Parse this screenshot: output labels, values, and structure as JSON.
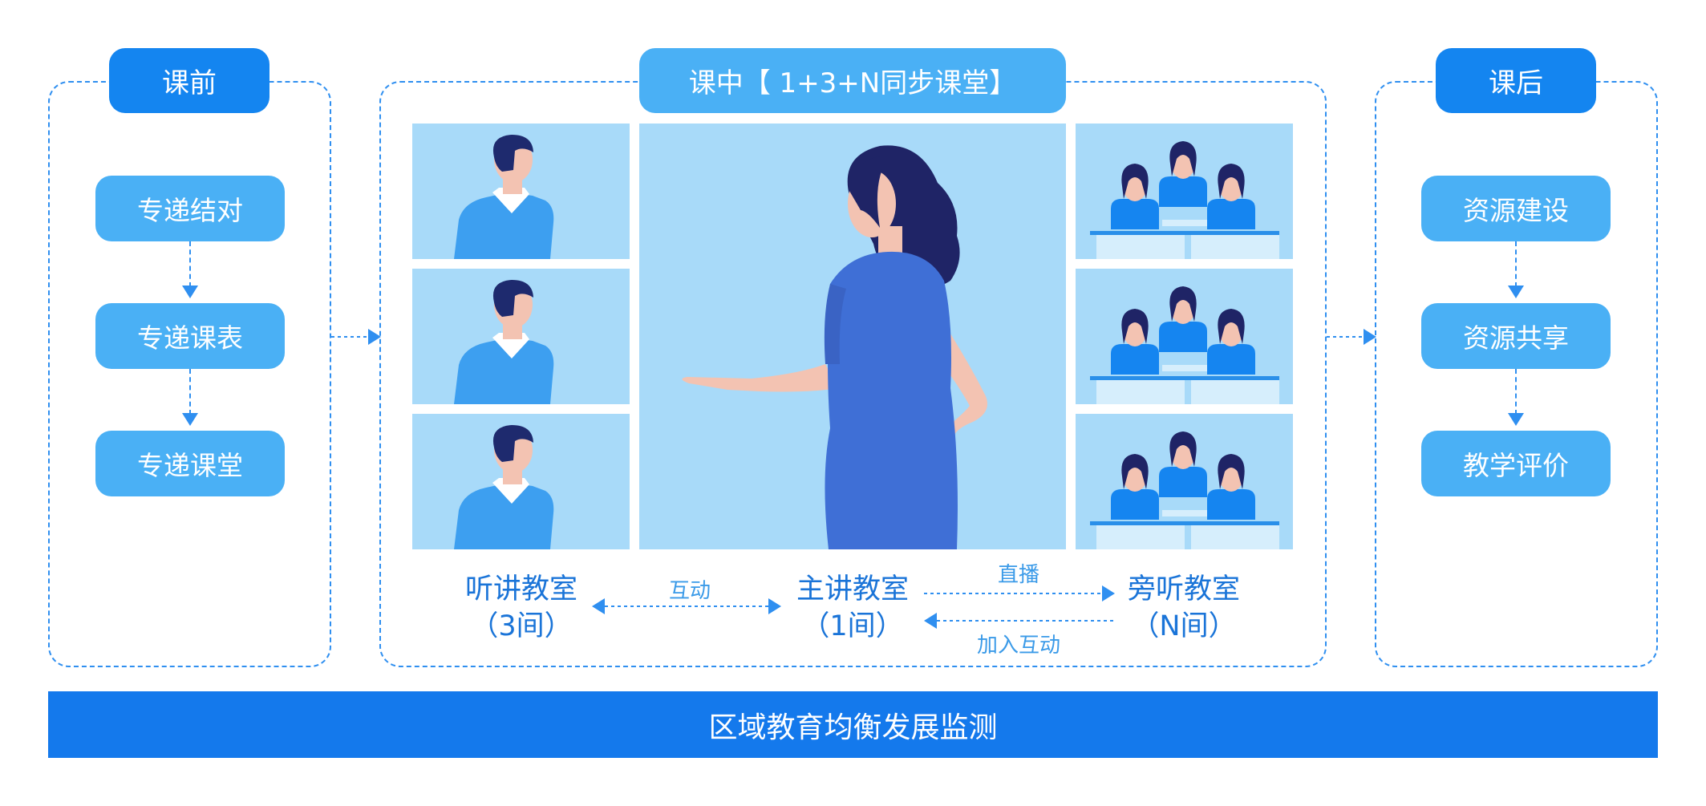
{
  "before_class": {
    "title": "课前",
    "steps": [
      "专递结对",
      "专递课表",
      "专递课堂"
    ]
  },
  "in_class": {
    "title": "课中【 1+3+N同步课堂】",
    "rooms": {
      "listen": {
        "name": "听讲教室",
        "count": "（3间）"
      },
      "main": {
        "name": "主讲教室",
        "count": "（1间）"
      },
      "audit": {
        "name": "旁听教室",
        "count": "（N间）"
      }
    },
    "flows": {
      "interaction": "互动",
      "live": "直播",
      "join_interaction": "加入互动"
    }
  },
  "after_class": {
    "title": "课后",
    "steps": [
      "资源建设",
      "资源共享",
      "教学评价"
    ]
  },
  "footer": {
    "label": "区域教育均衡发展监测"
  },
  "colors": {
    "primary": "#1485f0",
    "light_blue": "#4ab0f5",
    "tile_bg": "#a8daf9",
    "dash": "#2f8ff0",
    "room_text": "#1a74d8"
  }
}
